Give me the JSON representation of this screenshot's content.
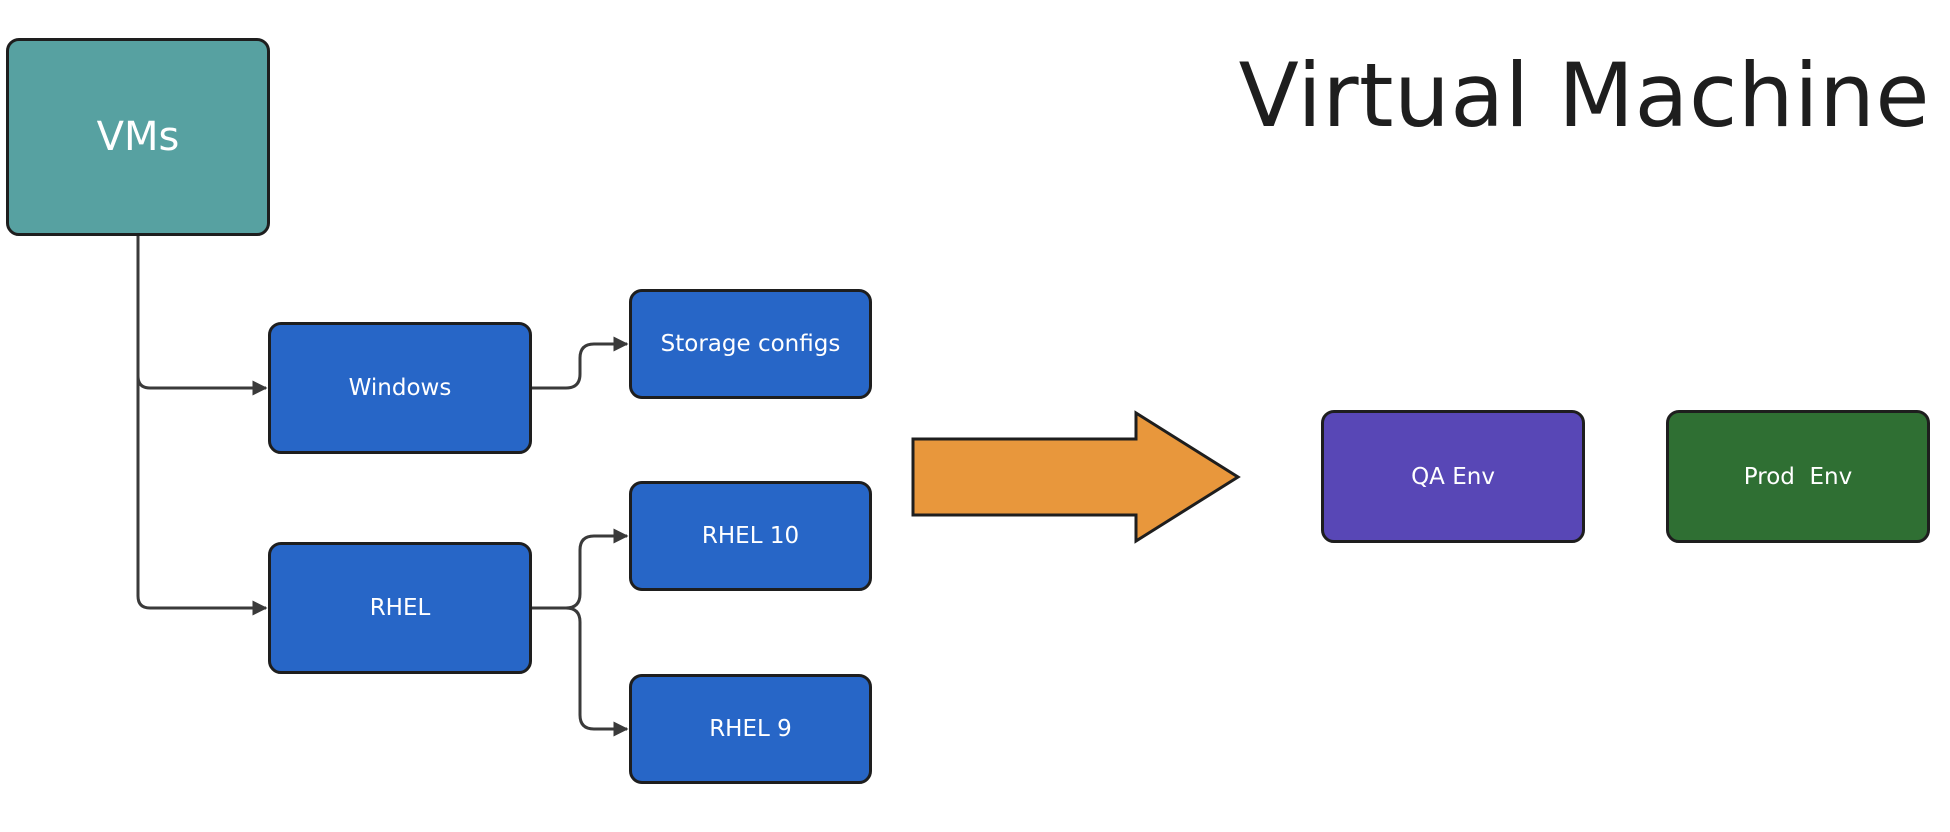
{
  "title": "Virtual Machine",
  "nodes": {
    "root": "VMs",
    "windows": "Windows",
    "rhel": "RHEL",
    "storage": "Storage configs",
    "rhel10": "RHEL 10",
    "rhel9": "RHEL 9",
    "qa": "QA Env",
    "prod": "Prod  Env"
  },
  "colors": {
    "root": "#57a1a1",
    "blue": "#2766c7",
    "qa": "#5847b6",
    "prod": "#2f6f33",
    "arrow": "#e8973c",
    "stroke": "#1e1e1e"
  }
}
